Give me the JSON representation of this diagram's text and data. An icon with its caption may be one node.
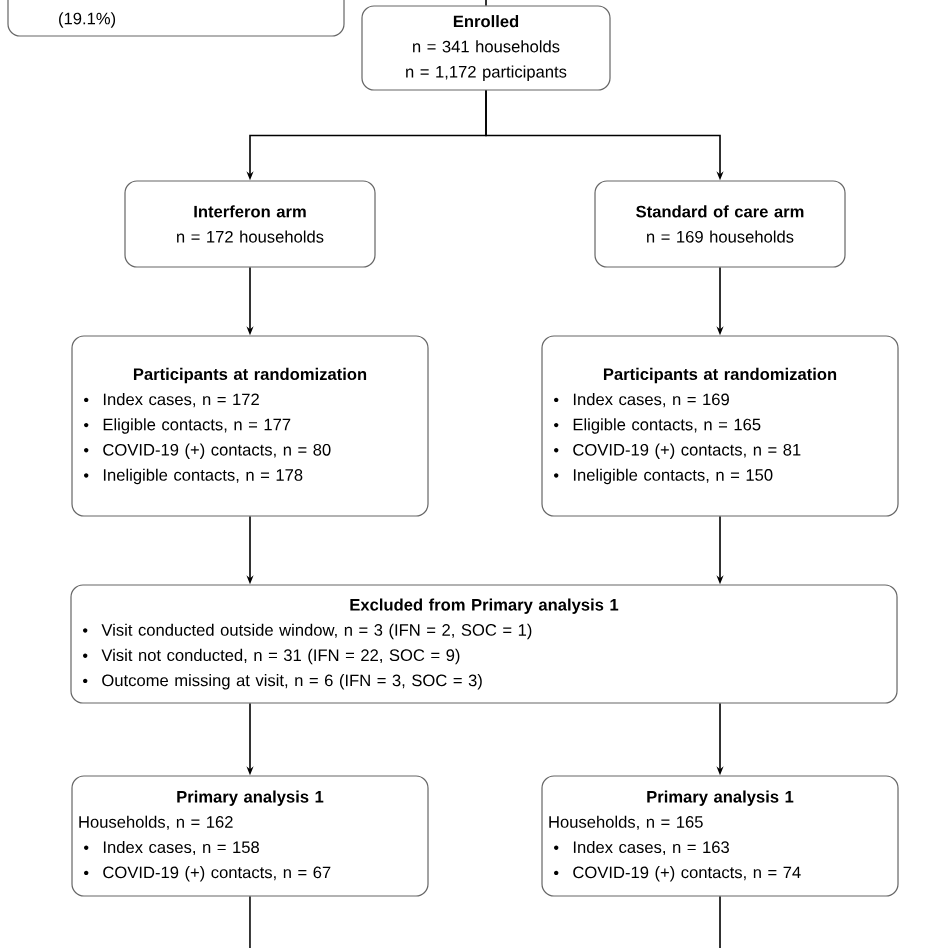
{
  "diagram": {
    "nodes": [
      {
        "text": [
          "(19.1%)"
        ]
      },
      {
        "text": [
          "Enrolled",
          "n = 341 households",
          "n = 1,172 participants"
        ]
      },
      {
        "text": [
          "Interferon arm",
          "n = 172 households"
        ]
      },
      {
        "text": [
          "Standard of care arm",
          "n = 169 households"
        ]
      },
      {
        "text": [
          "Participants at randomization",
          "Index cases, n = 172",
          "Eligible contacts, n = 177",
          "COVID-19 (+) contacts, n = 80",
          "Ineligible contacts, n = 178"
        ]
      },
      {
        "text": [
          "Participants at randomization",
          "Index cases, n = 169",
          "Eligible contacts, n = 165",
          "COVID-19 (+) contacts, n = 81",
          "Ineligible contacts, n = 150"
        ]
      },
      {
        "text": [
          "Excluded from Primary analysis 1",
          "Visit conducted outside window, n = 3 (IFN = 2, SOC = 1)",
          "Visit not conducted, n = 31 (IFN = 22, SOC = 9)",
          "Outcome missing at visit, n = 6 (IFN = 3, SOC = 3)"
        ]
      },
      {
        "text": [
          "Primary analysis 1",
          "Households, n = 162",
          "Index cases, n = 158",
          "COVID-19 (+) contacts, n = 67"
        ]
      },
      {
        "text": [
          "Primary analysis 1",
          "Households, n = 165",
          "Index cases, n = 163",
          "COVID-19 (+) contacts, n = 74"
        ]
      }
    ],
    "edges": [
      {
        "from": null,
        "to": 1,
        "arrow": "none"
      },
      {
        "from": 1,
        "to": 2,
        "arrow": "to"
      },
      {
        "from": 1,
        "to": 3,
        "arrow": "to"
      },
      {
        "from": 2,
        "to": 4,
        "arrow": "to"
      },
      {
        "from": 3,
        "to": 5,
        "arrow": "to"
      },
      {
        "from": 4,
        "to": 6,
        "arrow": "to"
      },
      {
        "from": 5,
        "to": 6,
        "arrow": "to"
      },
      {
        "from": 6,
        "to": 7,
        "arrow": "to"
      },
      {
        "from": 6,
        "to": 8,
        "arrow": "to"
      },
      {
        "from": 7,
        "to": null,
        "arrow": "none"
      },
      {
        "from": 8,
        "to": null,
        "arrow": "none"
      }
    ]
  }
}
